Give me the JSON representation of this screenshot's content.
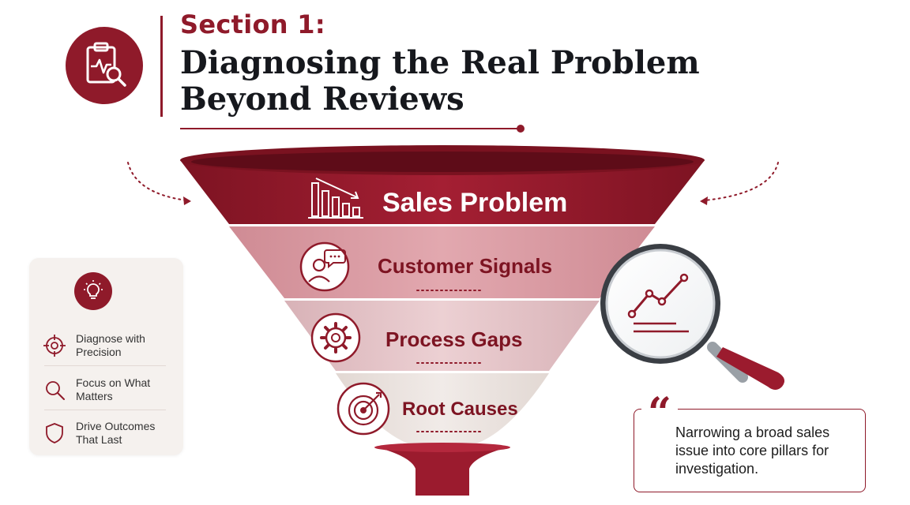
{
  "header": {
    "section_label": "Section 1:",
    "title_line1": "Diagnosing the Real Problem",
    "title_line2": "Beyond Reviews",
    "icon": "clipboard-magnifier-icon"
  },
  "funnel": {
    "levels": [
      {
        "label": "Sales Problem",
        "icon": "declining-bar-chart-icon"
      },
      {
        "label": "Customer Signals",
        "icon": "person-speech-bubble-icon"
      },
      {
        "label": "Process Gaps",
        "icon": "gear-icon"
      },
      {
        "label": "Root Causes",
        "icon": "target-arrow-icon"
      }
    ],
    "magnifier_icon": "magnifier-line-chart-icon"
  },
  "sidebar": {
    "badge_icon": "lightbulb-icon",
    "items": [
      {
        "label": "Diagnose with Precision",
        "icon": "crosshair-icon"
      },
      {
        "label": "Focus on What Matters",
        "icon": "search-icon"
      },
      {
        "label": "Drive Outcomes That Last",
        "icon": "shield-icon"
      }
    ]
  },
  "quote": {
    "text": "Narrowing a broad sales issue into core pillars for investigation."
  },
  "colors": {
    "primary": "#8f1a2a",
    "tier_top": "#9b1b2e",
    "tier_2": "#dc9ca4",
    "tier_3": "#e4c3c7",
    "tier_4": "#ebe3df"
  }
}
